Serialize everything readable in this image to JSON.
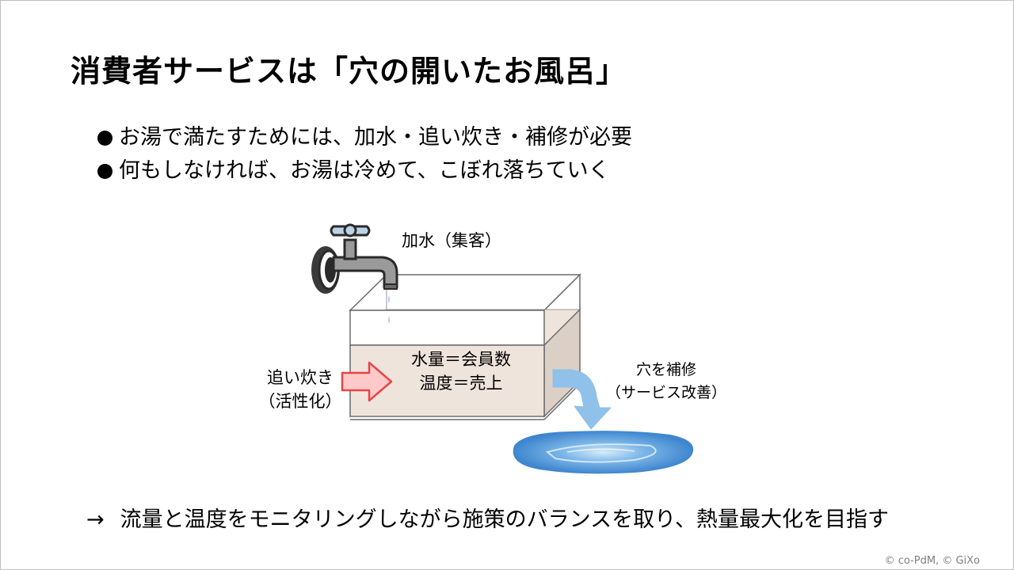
{
  "title": "消費者サービスは「穴の開いたお風呂」",
  "bullets": [
    "お湯で満たすためには、加水・追い炊き・補修が必要",
    "何もしなければ、お湯は冷めて、こぼれ落ちていく"
  ],
  "diagram": {
    "faucet_label": "加水（集客）",
    "tank_text_line1": "水量＝会員数",
    "tank_text_line2": "温度＝売上",
    "heat_label_line1": "追い炊き",
    "heat_label_line2": "（活性化）",
    "hole_label_line1": "穴を補修",
    "hole_label_line2": "（サービス改善）",
    "colors": {
      "water_fill": "#efe4dc",
      "heat_arrow_fill": "#ffc9c9",
      "heat_arrow_stroke": "#e84545",
      "outflow_arrow": "#8fc1ea",
      "puddle": "#4d94d6"
    }
  },
  "conclusion": {
    "arrow": "→",
    "text": "流量と温度をモニタリングしながら施策のバランスを取り、熱量最大化を目指す"
  },
  "copyright": "© co-PdM, © GiXo"
}
